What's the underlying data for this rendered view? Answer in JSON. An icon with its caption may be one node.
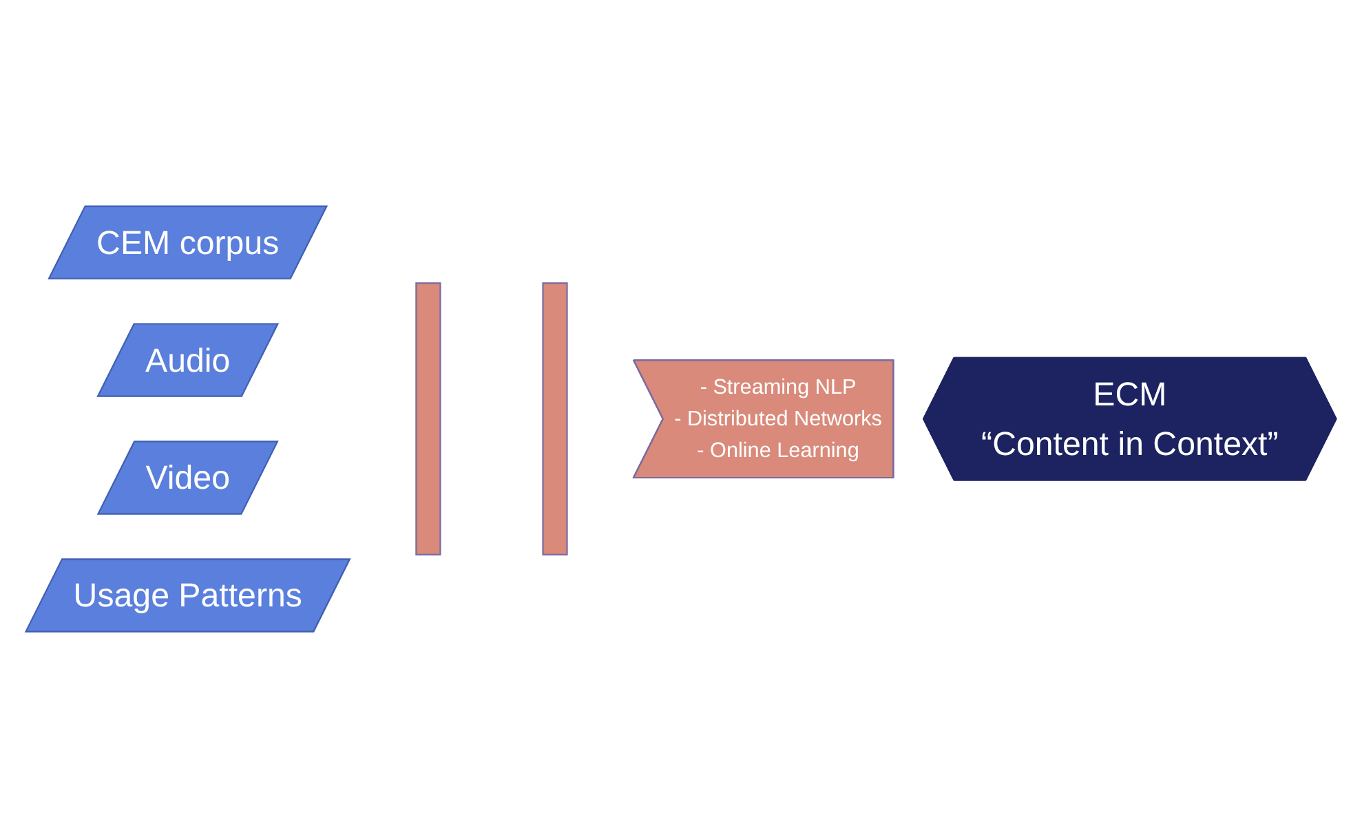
{
  "diagram": {
    "nodes": [
      {
        "text": [
          "CEM corpus"
        ]
      },
      {
        "text": [
          "Audio"
        ]
      },
      {
        "text": [
          "Video"
        ]
      },
      {
        "text": [
          "Usage Patterns"
        ]
      },
      {
        "text": [],
        "shape": "bar"
      },
      {
        "text": [],
        "shape": "bar"
      },
      {
        "text": [
          "- Streaming NLP",
          "- Distributed Networks",
          "- Online Learning"
        ]
      },
      {
        "text": [
          "ECM",
          "“Content in Context”"
        ]
      }
    ],
    "edges": []
  }
}
